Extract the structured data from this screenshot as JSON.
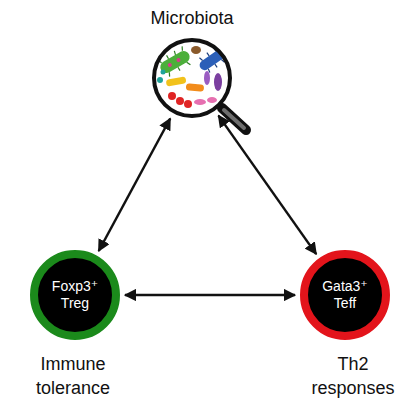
{
  "diagram": {
    "nodes": [
      {
        "text": [
          "Microbiota"
        ]
      },
      {
        "text": [
          "Foxp3⁺ Treg",
          "Immune tolerance"
        ]
      },
      {
        "text": [
          "Gata3⁺ Teff",
          "Th2 responses"
        ]
      }
    ],
    "edges": [
      {
        "from": 0,
        "to": 1,
        "arrow": "both"
      },
      {
        "from": 1,
        "to": 2,
        "arrow": "both"
      },
      {
        "from": 0,
        "to": 2,
        "arrow": "both"
      }
    ]
  }
}
